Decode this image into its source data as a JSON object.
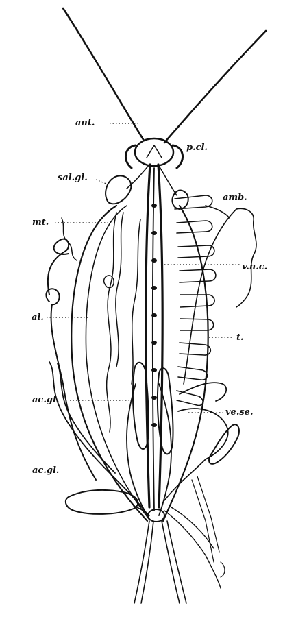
{
  "labels": {
    "ant": "ant.",
    "p_cl": "p.cl.",
    "sal_gl": "sal.gl.",
    "amb": "amb.",
    "mt": "mt.",
    "v_n_c": "v.n.c.",
    "al": "al.",
    "t": "t.",
    "ac_gl_1": "ac.gl.",
    "ve_se": "ve.se.",
    "ac_gl_2": "ac.gl."
  }
}
